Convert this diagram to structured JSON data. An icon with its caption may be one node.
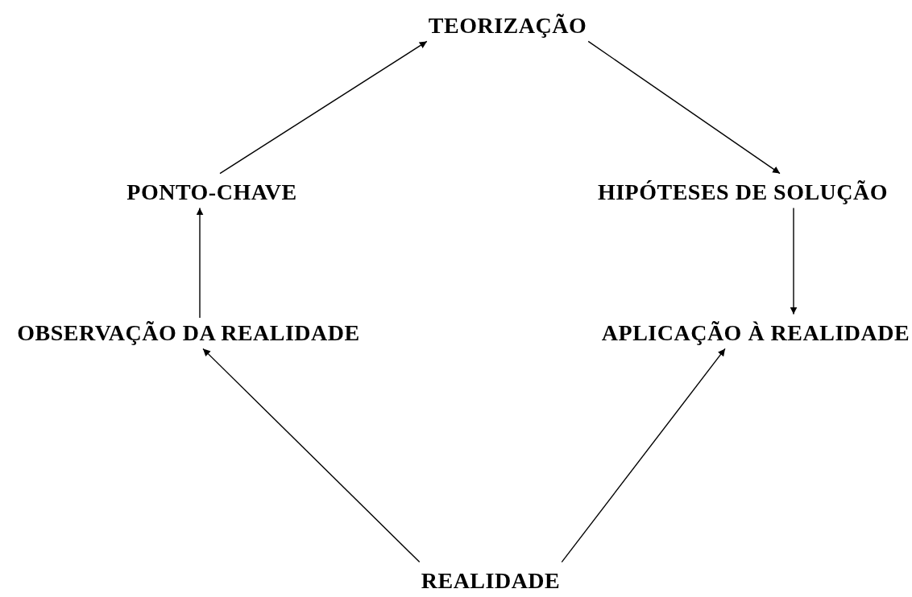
{
  "diagram": {
    "nodes": [
      {
        "text": [
          "TEORIZAÇÃO"
        ]
      },
      {
        "text": [
          "PONTO-CHAVE"
        ]
      },
      {
        "text": [
          "HIPÓTESES DE SOLUÇÃO"
        ]
      },
      {
        "text": [
          "OBSERVAÇÃO DA REALIDADE"
        ]
      },
      {
        "text": [
          "APLICAÇÃO À REALIDADE"
        ]
      },
      {
        "text": [
          "REALIDADE"
        ]
      }
    ],
    "edges": [
      {
        "from": 5,
        "to": 3,
        "arrow": "to"
      },
      {
        "from": 5,
        "to": 4,
        "arrow": "to"
      },
      {
        "from": 3,
        "to": 1,
        "arrow": "to"
      },
      {
        "from": 1,
        "to": 0,
        "arrow": "to"
      },
      {
        "from": 0,
        "to": 2,
        "arrow": "to"
      },
      {
        "from": 2,
        "to": 4,
        "arrow": "to"
      }
    ]
  }
}
